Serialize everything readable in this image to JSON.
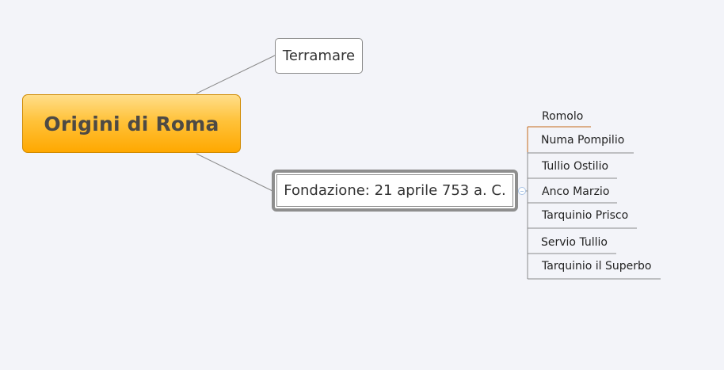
{
  "map": {
    "central_topic": "Origini di Roma",
    "topics": [
      {
        "label": "Terramare"
      },
      {
        "label": "Fondazione: 21 aprile 753 a. C."
      }
    ],
    "subtopics": [
      {
        "label": "Romolo"
      },
      {
        "label": "Numa Pompilio"
      },
      {
        "label": "Tullio Ostilio"
      },
      {
        "label": "Anco Marzio"
      },
      {
        "label": "Tarquinio Prisco"
      },
      {
        "label": "Servio Tullio"
      },
      {
        "label": "Tarquinio il Superbo"
      }
    ]
  },
  "colors": {
    "central_fill": "#ffb21a",
    "central_text": "#4e4a44",
    "connector": "#8a8a8a",
    "first_subtopic_underline": "#c56a1c",
    "collapse_marker": "#a9c4e6",
    "background": "#f3f4f9"
  },
  "icons": {
    "collapse_marker": "collapse-circle-icon"
  }
}
